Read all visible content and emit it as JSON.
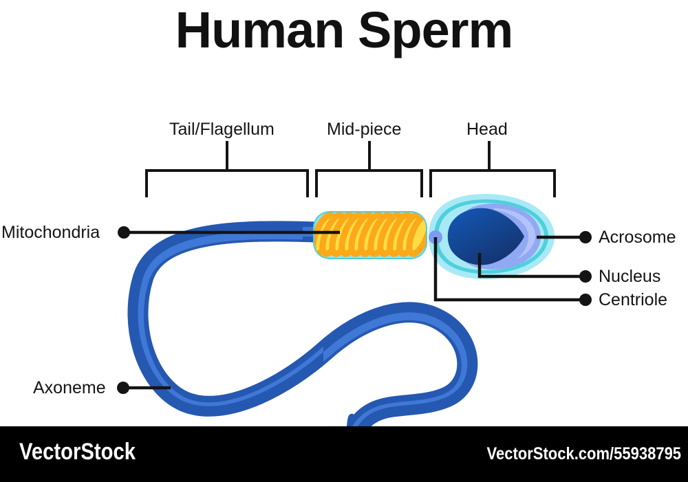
{
  "title": "Human Sperm",
  "sections": [
    {
      "key": "tail",
      "label": "Tail/Flagellum"
    },
    {
      "key": "midpiece",
      "label": "Mid-piece"
    },
    {
      "key": "head",
      "label": "Head"
    }
  ],
  "callouts_left": [
    {
      "key": "mitochondria",
      "label": "Mitochondria"
    },
    {
      "key": "axoneme",
      "label": "Axoneme"
    }
  ],
  "callouts_right": [
    {
      "key": "acrosome",
      "label": "Acrosome"
    },
    {
      "key": "nucleus",
      "label": "Nucleus"
    },
    {
      "key": "centriole",
      "label": "Centriole"
    }
  ],
  "footer": {
    "brand": "VectorStock",
    "url": "VectorStock.com/55938795"
  },
  "colors": {
    "background": "#ffffff",
    "ink": "#141414",
    "footer_bg": "#000000",
    "footer_text": "#ffffff",
    "tail_dark": "#2558b0",
    "tail_light": "#3f78d6",
    "membrane_cyan": "#a8e9f6",
    "membrane_teal": "#4fd0dc",
    "acrosome": "#91a9f2",
    "acrosome_light": "#b3c3f9",
    "nucleus_top": "#1256b5",
    "nucleus_bottom": "#15336d",
    "centriole": "#7d9cf0",
    "mito_outline": "#fba919",
    "mito_fill": "#fedc45"
  }
}
